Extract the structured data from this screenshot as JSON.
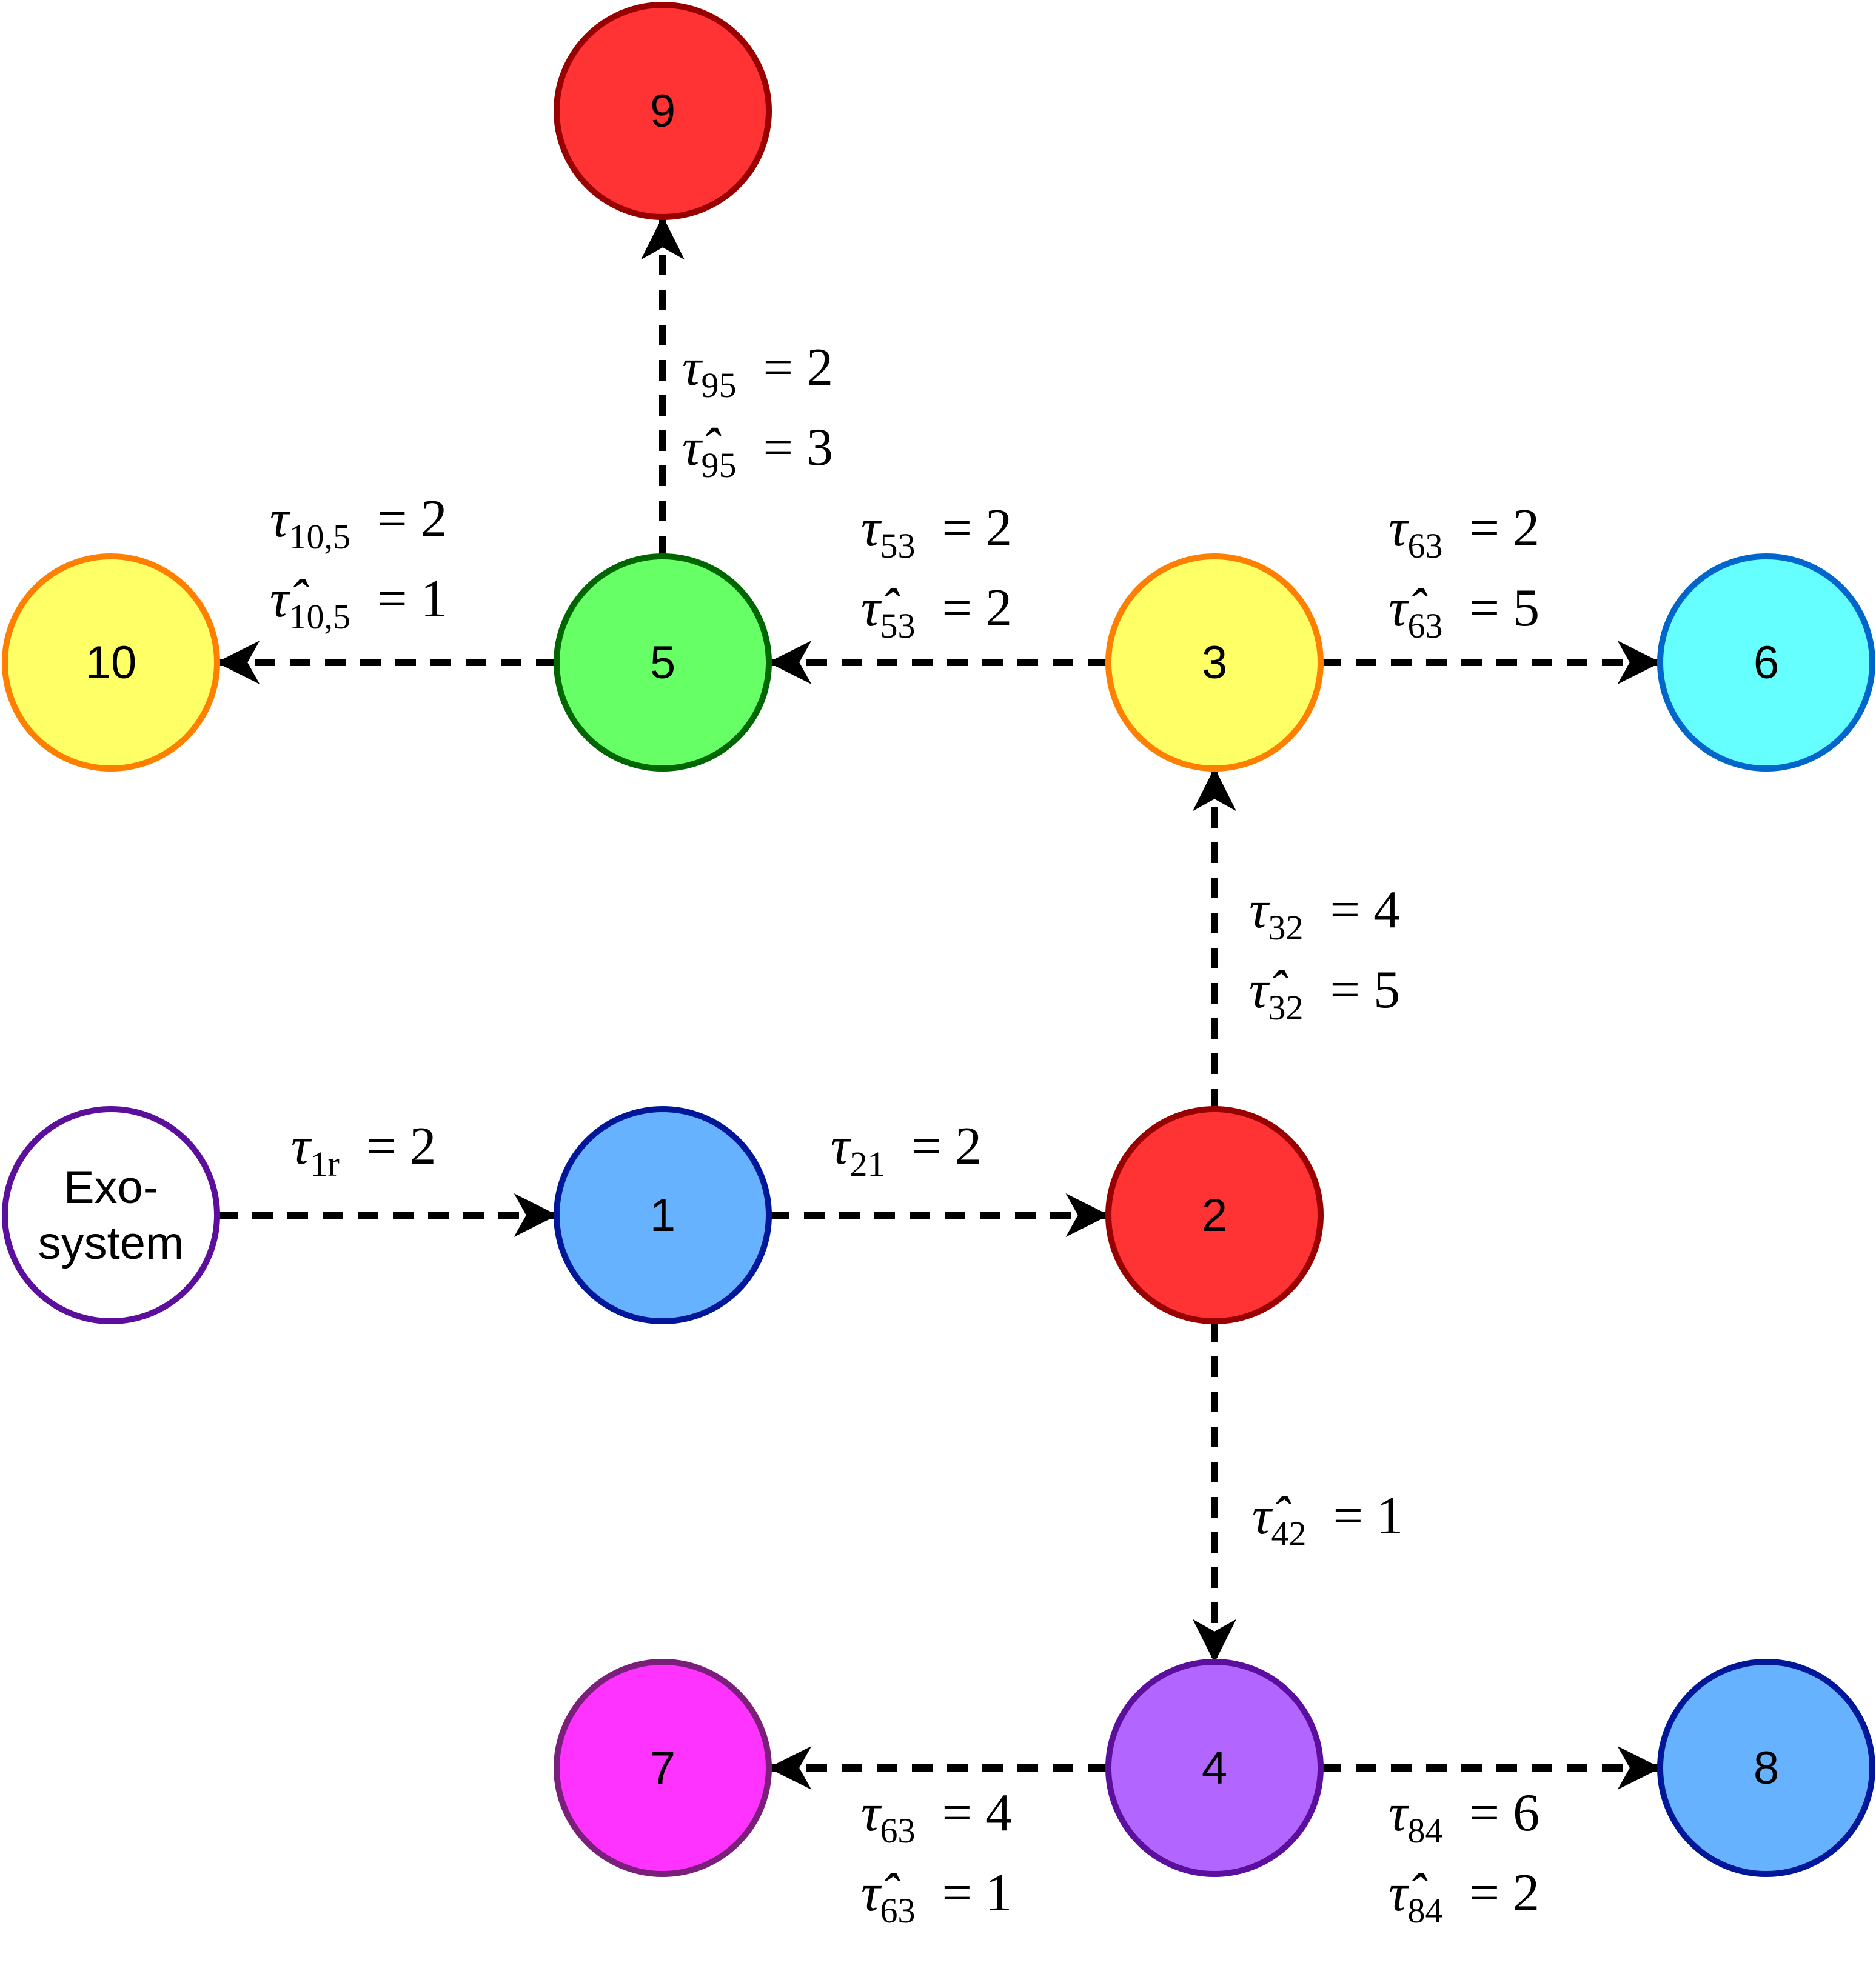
{
  "colors": {
    "edge": "#000000",
    "background": "#ffffff"
  },
  "nodes": [
    {
      "id": "exo",
      "label_lines": [
        "Exo-",
        "system"
      ],
      "fill": "#ffffff",
      "stroke": "#5b0f9c"
    },
    {
      "id": "1",
      "label_lines": [
        "1"
      ],
      "fill": "#66b2ff",
      "stroke": "#001799"
    },
    {
      "id": "2",
      "label_lines": [
        "2"
      ],
      "fill": "#ff3333",
      "stroke": "#990000"
    },
    {
      "id": "3",
      "label_lines": [
        "3"
      ],
      "fill": "#ffff66",
      "stroke": "#ff8000"
    },
    {
      "id": "4",
      "label_lines": [
        "4"
      ],
      "fill": "#b266ff",
      "stroke": "#5b0f9c"
    },
    {
      "id": "5",
      "label_lines": [
        "5"
      ],
      "fill": "#66ff66",
      "stroke": "#006600"
    },
    {
      "id": "6",
      "label_lines": [
        "6"
      ],
      "fill": "#66ffff",
      "stroke": "#0066cc"
    },
    {
      "id": "7",
      "label_lines": [
        "7"
      ],
      "fill": "#ff33ff",
      "stroke": "#7a1f7a"
    },
    {
      "id": "8",
      "label_lines": [
        "8"
      ],
      "fill": "#66b2ff",
      "stroke": "#001799"
    },
    {
      "id": "9",
      "label_lines": [
        "9"
      ],
      "fill": "#ff3333",
      "stroke": "#990000"
    },
    {
      "id": "10",
      "label_lines": [
        "10"
      ],
      "fill": "#ffff66",
      "stroke": "#ff8000"
    }
  ],
  "edges": [
    {
      "from": "exo",
      "to": "1",
      "style": "dashed",
      "labels": [
        {
          "hat": false,
          "sub": "1r",
          "value": "2"
        }
      ]
    },
    {
      "from": "1",
      "to": "2",
      "style": "dashed",
      "labels": [
        {
          "hat": false,
          "sub": "21",
          "value": "2"
        }
      ]
    },
    {
      "from": "2",
      "to": "3",
      "style": "dashed",
      "labels": [
        {
          "hat": false,
          "sub": "32",
          "value": "4"
        },
        {
          "hat": true,
          "sub": "32",
          "value": "5"
        }
      ]
    },
    {
      "from": "2",
      "to": "4",
      "style": "dashed",
      "labels": [
        {
          "hat": true,
          "sub": "42",
          "value": "1"
        }
      ]
    },
    {
      "from": "3",
      "to": "5",
      "style": "dashed",
      "labels": [
        {
          "hat": false,
          "sub": "53",
          "value": "2"
        },
        {
          "hat": true,
          "sub": "53",
          "value": "2"
        }
      ]
    },
    {
      "from": "3",
      "to": "6",
      "style": "dashed",
      "labels": [
        {
          "hat": false,
          "sub": "63",
          "value": "2"
        },
        {
          "hat": true,
          "sub": "63",
          "value": "5"
        }
      ]
    },
    {
      "from": "5",
      "to": "9",
      "style": "dashed",
      "labels": [
        {
          "hat": false,
          "sub": "95",
          "value": "2"
        },
        {
          "hat": true,
          "sub": "95",
          "value": "3"
        }
      ]
    },
    {
      "from": "5",
      "to": "10",
      "style": "dashed",
      "labels": [
        {
          "hat": false,
          "sub": "10,5",
          "value": "2"
        },
        {
          "hat": true,
          "sub": "10,5",
          "value": "1"
        }
      ]
    },
    {
      "from": "4",
      "to": "7",
      "style": "dashed",
      "labels": [
        {
          "hat": false,
          "sub": "63",
          "value": "4"
        },
        {
          "hat": true,
          "sub": "63",
          "value": "1"
        }
      ]
    },
    {
      "from": "4",
      "to": "8",
      "style": "dashed",
      "labels": [
        {
          "hat": false,
          "sub": "84",
          "value": "6"
        },
        {
          "hat": true,
          "sub": "84",
          "value": "2"
        }
      ]
    }
  ]
}
